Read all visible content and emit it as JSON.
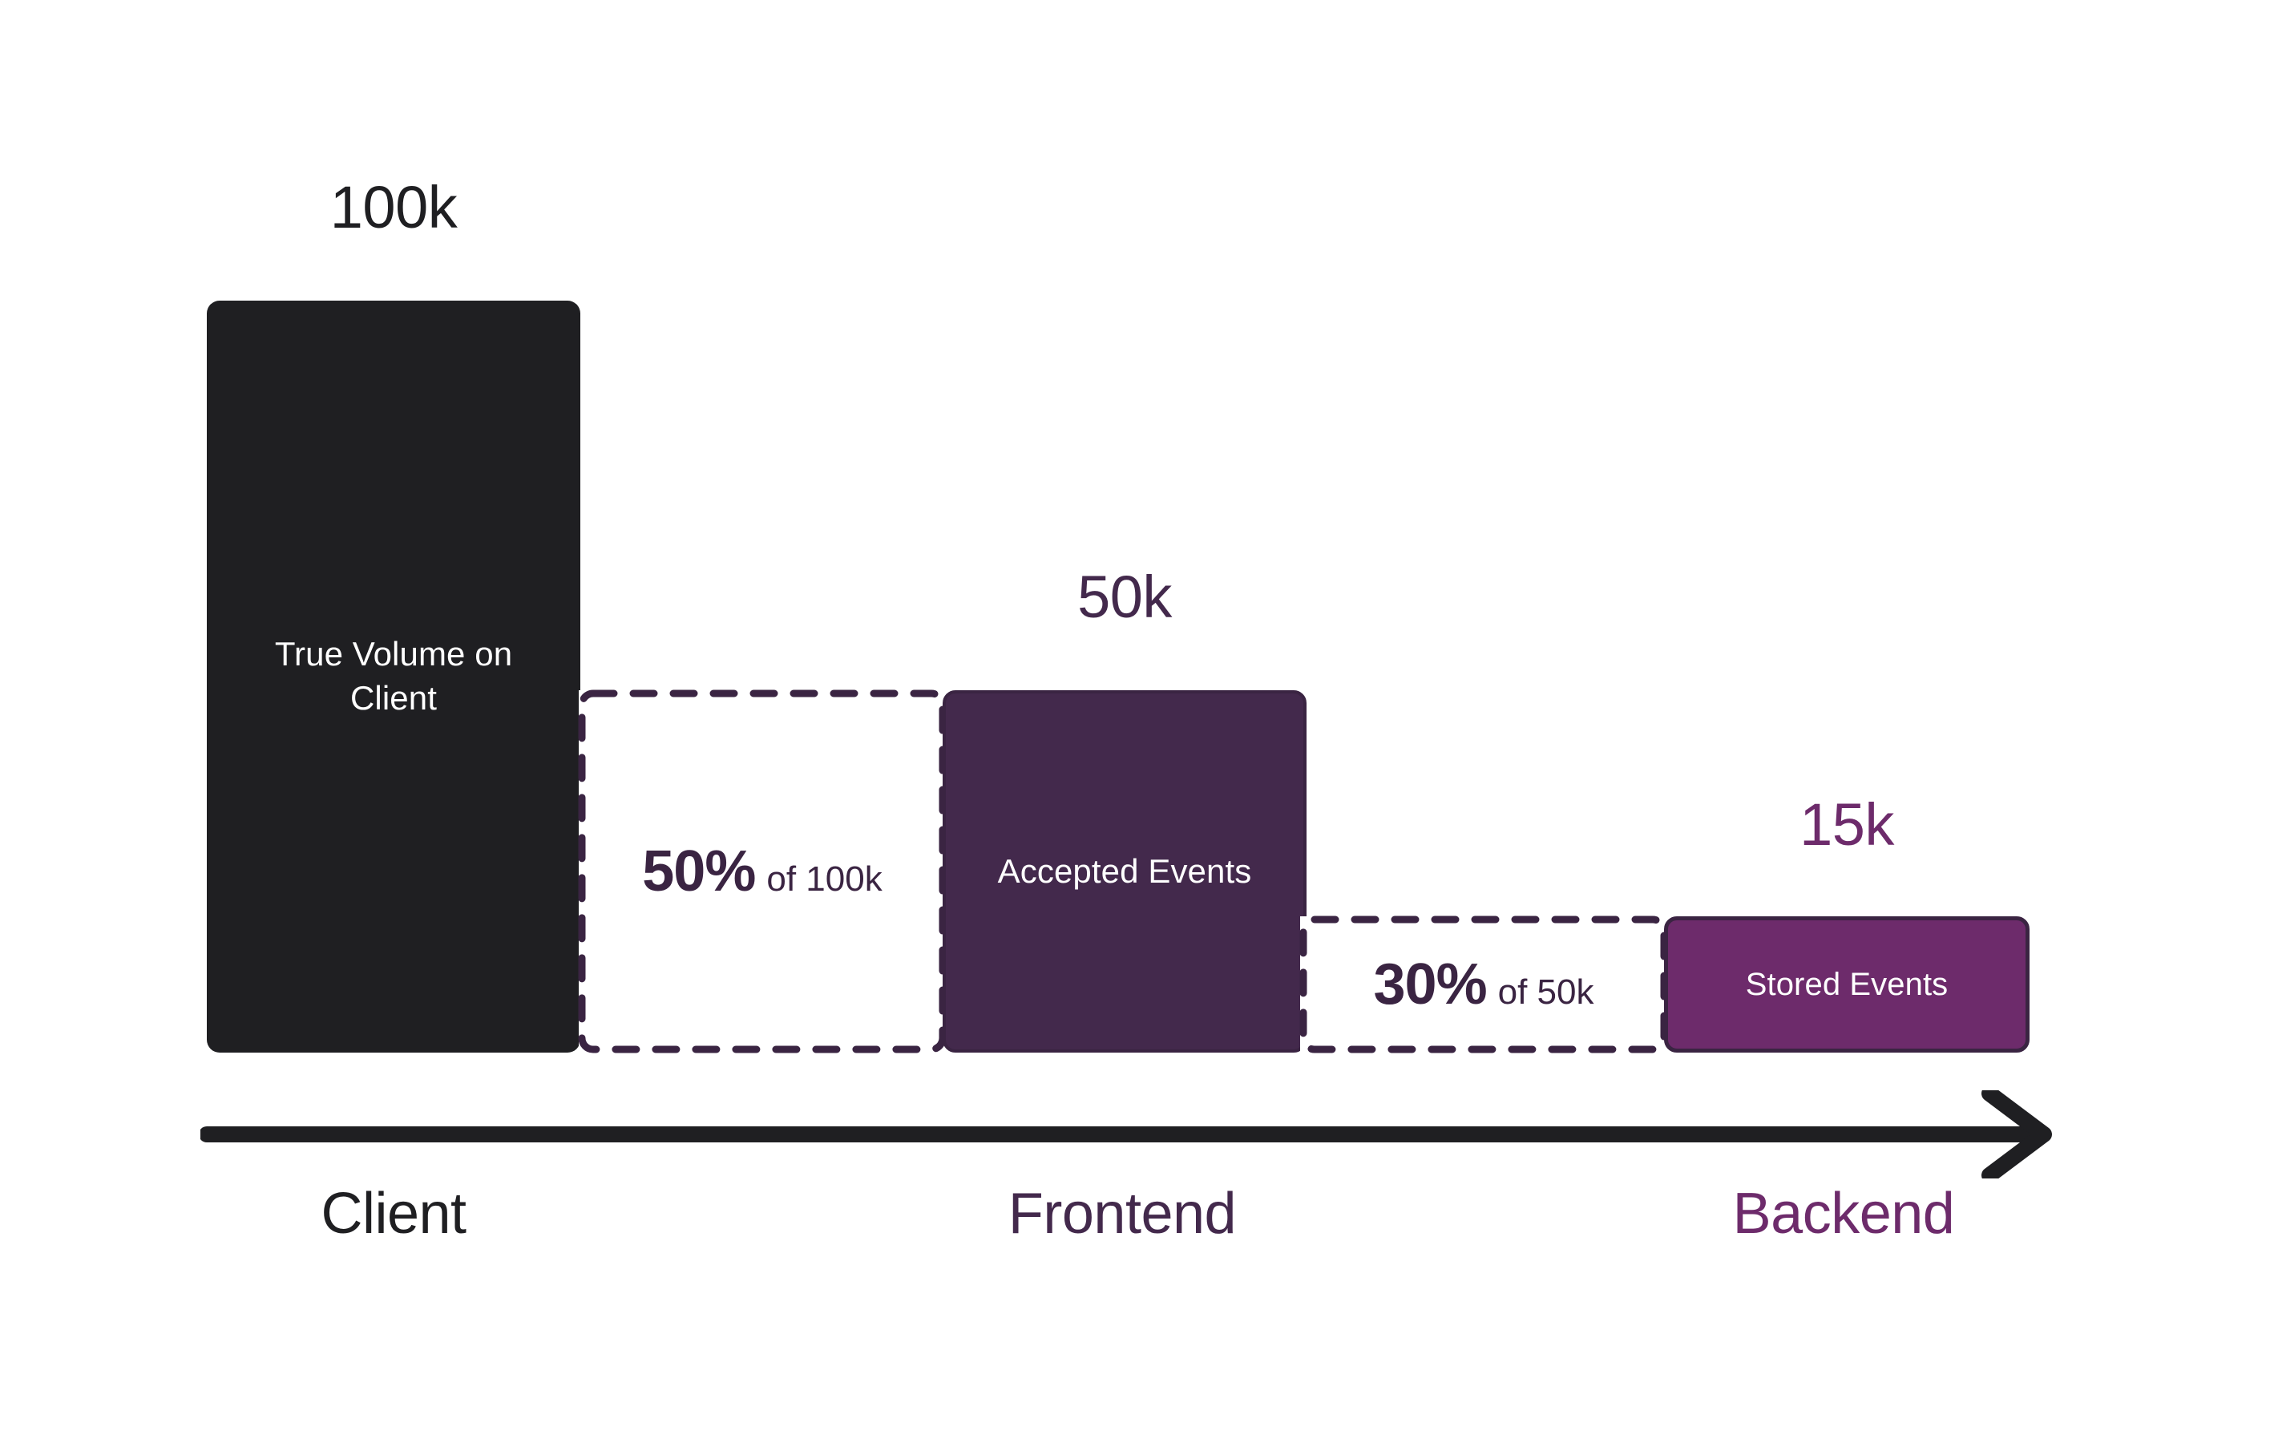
{
  "chart_data": {
    "type": "bar",
    "title": "",
    "subtitle": "",
    "xlabel": "",
    "ylabel": "",
    "grid": false,
    "legend_position": "none",
    "categories": [
      "Client",
      "Frontend",
      "Backend"
    ],
    "stages": [
      {
        "stage": "Client",
        "value": 100000,
        "value_label": "100k",
        "bar_label": "True Volume on Client",
        "color": "#1F1F22",
        "label_color": "#1F1F22"
      },
      {
        "stage": "Frontend",
        "value": 50000,
        "value_label": "50k",
        "bar_label": "Accepted Events",
        "color": "#43294C",
        "label_color": "#43294C"
      },
      {
        "stage": "Backend",
        "value": 15000,
        "value_label": "15k",
        "bar_label": "Stored Events",
        "color": "#6D2B6B",
        "label_color": "#6D2B6B"
      }
    ],
    "dropoffs": [
      {
        "from": "Client",
        "to": "Frontend",
        "percent_label": "50%",
        "of_label": "of 100k",
        "percent_value": 50,
        "base_value": 100000
      },
      {
        "from": "Frontend",
        "to": "Backend",
        "percent_label": "30%",
        "of_label": "of 50k",
        "percent_value": 30,
        "base_value": 50000
      }
    ],
    "values": [
      100000,
      50000,
      15000
    ],
    "value_labels": [
      "100k",
      "50k",
      "15k"
    ],
    "ylim": [
      0,
      100000
    ]
  },
  "bars": {
    "client": {
      "value_label": "100k",
      "bar_label": "True Volume on Client"
    },
    "accepted": {
      "value_label": "50k",
      "bar_label": "Accepted Events"
    },
    "stored": {
      "value_label": "15k",
      "bar_label": "Stored Events"
    }
  },
  "dropoffs": {
    "first": {
      "percent": "50%",
      "of": "of 100k"
    },
    "second": {
      "percent": "30%",
      "of": "of 50k"
    }
  },
  "axis": {
    "labels": {
      "client": "Client",
      "frontend": "Frontend",
      "backend": "Backend"
    },
    "arrow_direction": "right"
  },
  "colors": {
    "client": "#1F1F22",
    "frontend": "#43294C",
    "backend": "#6D2B6B",
    "dashed_border": "#3A2442",
    "background": "#FFFFFF",
    "bar_text": "#FFFFFF"
  }
}
